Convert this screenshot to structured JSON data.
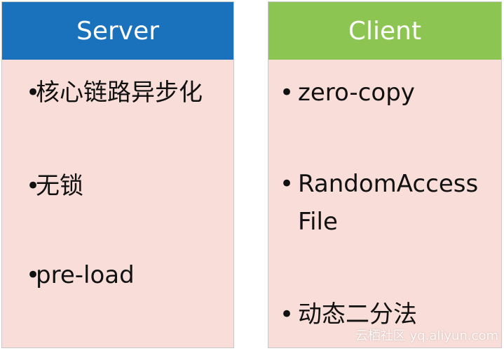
{
  "server": {
    "header": "Server",
    "items": [
      "核心链路异步化",
      "无锁",
      "pre-load"
    ]
  },
  "client": {
    "header": "Client",
    "items": [
      {
        "line1": "zero-copy",
        "line2": ""
      },
      {
        "line1": "RandomAccess",
        "line2": "File"
      },
      {
        "line1": "动态二分法",
        "line2": ""
      }
    ]
  },
  "watermark": "云栖社区 yq.aliyun.com",
  "colors": {
    "server_header": "#1a72bd",
    "client_header": "#8cc552",
    "panel_bg": "#f8ddd8"
  }
}
